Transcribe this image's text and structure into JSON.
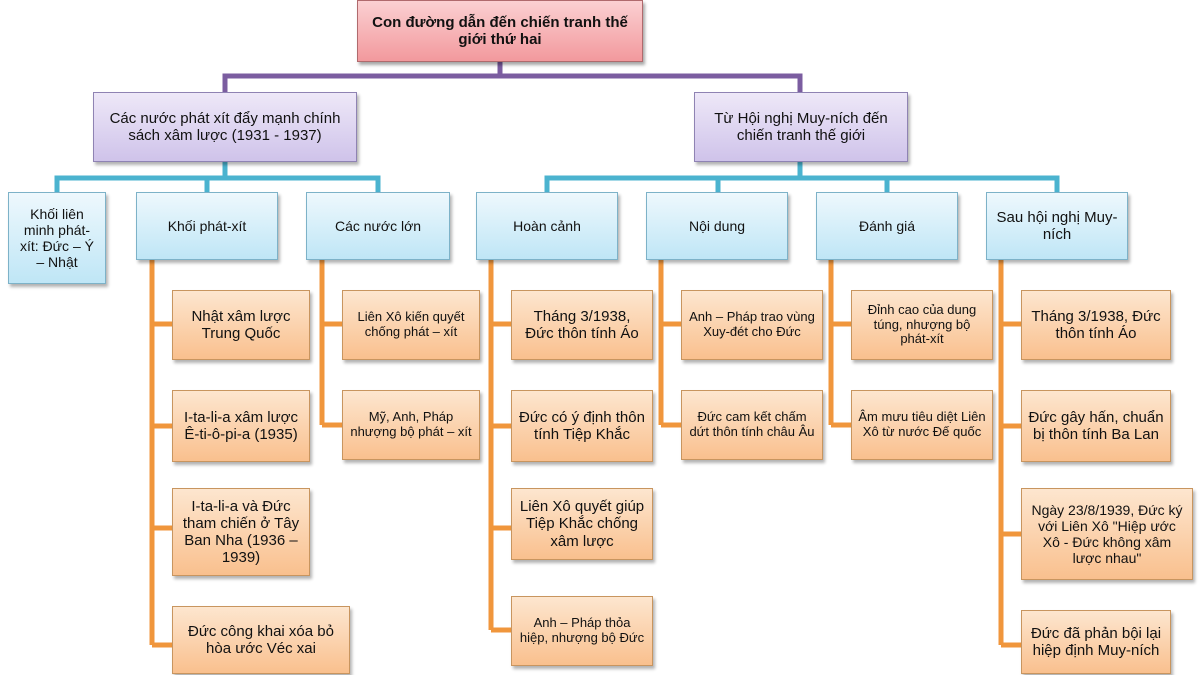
{
  "title": "Con đường dẫn đến chiến tranh thế giới thứ hai",
  "branches": [
    {
      "label": "Các nước phát xít đẩy mạnh chính sách xâm lược (1931 - 1937)",
      "groups": [
        {
          "label": "Khối liên minh phát-xít: Đức – Ý – Nhật",
          "items": []
        },
        {
          "label": "Khối phát-xít",
          "items": [
            "Nhật xâm lược Trung Quốc",
            "I-ta-li-a xâm lược Ê-ti-ô-pi-a (1935)",
            "I-ta-li-a và Đức tham chiến ở Tây Ban Nha (1936 – 1939)",
            "Đức công khai xóa bỏ hòa ước Véc xai"
          ]
        },
        {
          "label": "Các nước lớn",
          "items": [
            "Liên Xô kiến quyết chống phát – xít",
            "Mỹ, Anh, Pháp nhượng bộ phát – xít"
          ]
        }
      ]
    },
    {
      "label": "Từ Hội nghị Muy-ních đến chiến tranh thế giới",
      "groups": [
        {
          "label": "Hoàn cảnh",
          "items": [
            "Tháng 3/1938, Đức thôn tính Áo",
            "Đức có ý định thôn tính Tiệp Khắc",
            "Liên Xô quyết giúp Tiệp Khắc chống xâm lược",
            "Anh – Pháp thỏa hiệp, nhượng bộ Đức"
          ]
        },
        {
          "label": "Nội dung",
          "items": [
            "Anh – Pháp trao vùng Xuy-đét cho Đức",
            "Đức cam kết chấm dứt thôn tính châu Âu"
          ]
        },
        {
          "label": "Đánh giá",
          "items": [
            "Đỉnh cao của dung túng, nhượng bộ phát-xít",
            "Âm mưu tiêu diệt Liên Xô từ nước Đế quốc"
          ]
        },
        {
          "label": "Sau hội nghị Muy-ních",
          "items": [
            "Tháng 3/1938, Đức thôn tính Áo",
            "Đức gây hấn, chuẩn bị thôn tính Ba Lan",
            "Ngày 23/8/1939, Đức ký với Liên Xô \"Hiệp ước Xô - Đức không xâm lược nhau\"",
            "Đức đã phản bội lại hiệp định Muy-ních"
          ]
        }
      ]
    }
  ],
  "colors": {
    "purple_connector": "#7b5da0",
    "blue_connector": "#4bb3cf",
    "orange_connector": "#f0963c"
  }
}
